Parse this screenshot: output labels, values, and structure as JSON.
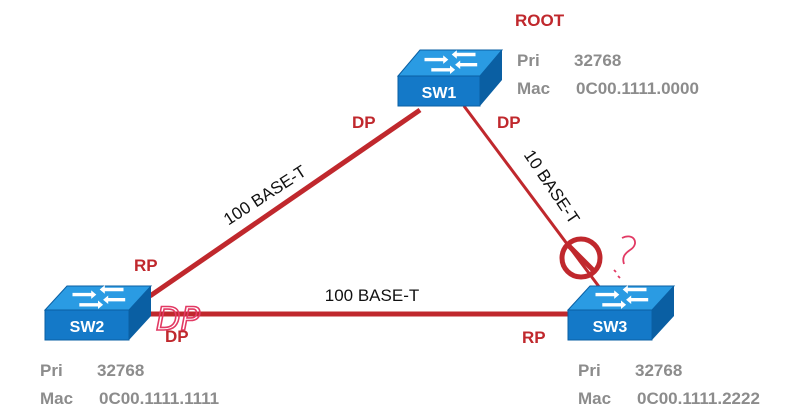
{
  "colors": {
    "link": "#c0282d",
    "label_red": "#c0282d",
    "info_text": "#8c8c8c",
    "switch_front": "#1479c8",
    "switch_top": "#2a9be3",
    "switch_side": "#0a5fa3",
    "handwriting": "#e23a64"
  },
  "root_label": "ROOT",
  "switches": {
    "sw1": {
      "name": "SW1",
      "pri_label": "Pri",
      "pri_value": "32768",
      "mac_label": "Mac",
      "mac_value": "0C00.1111.0000"
    },
    "sw2": {
      "name": "SW2",
      "pri_label": "Pri",
      "pri_value": "32768",
      "mac_label": "Mac",
      "mac_value": "0C00.1111.1111"
    },
    "sw3": {
      "name": "SW3",
      "pri_label": "Pri",
      "pri_value": "32768",
      "mac_label": "Mac",
      "mac_value": "0C00.1111.2222"
    }
  },
  "links": {
    "sw1_sw2": "100 BASE-T",
    "sw2_sw3": "100 BASE-T",
    "sw1_sw3": "10 BASE-T"
  },
  "port_roles": {
    "sw1_to_sw2": "DP",
    "sw1_to_sw3": "DP",
    "sw2_to_sw1": "RP",
    "sw2_to_sw3": "DP",
    "sw3_to_sw2": "RP"
  },
  "blocked_port_icon": "no-entry-icon",
  "handwritten_note": "DP"
}
